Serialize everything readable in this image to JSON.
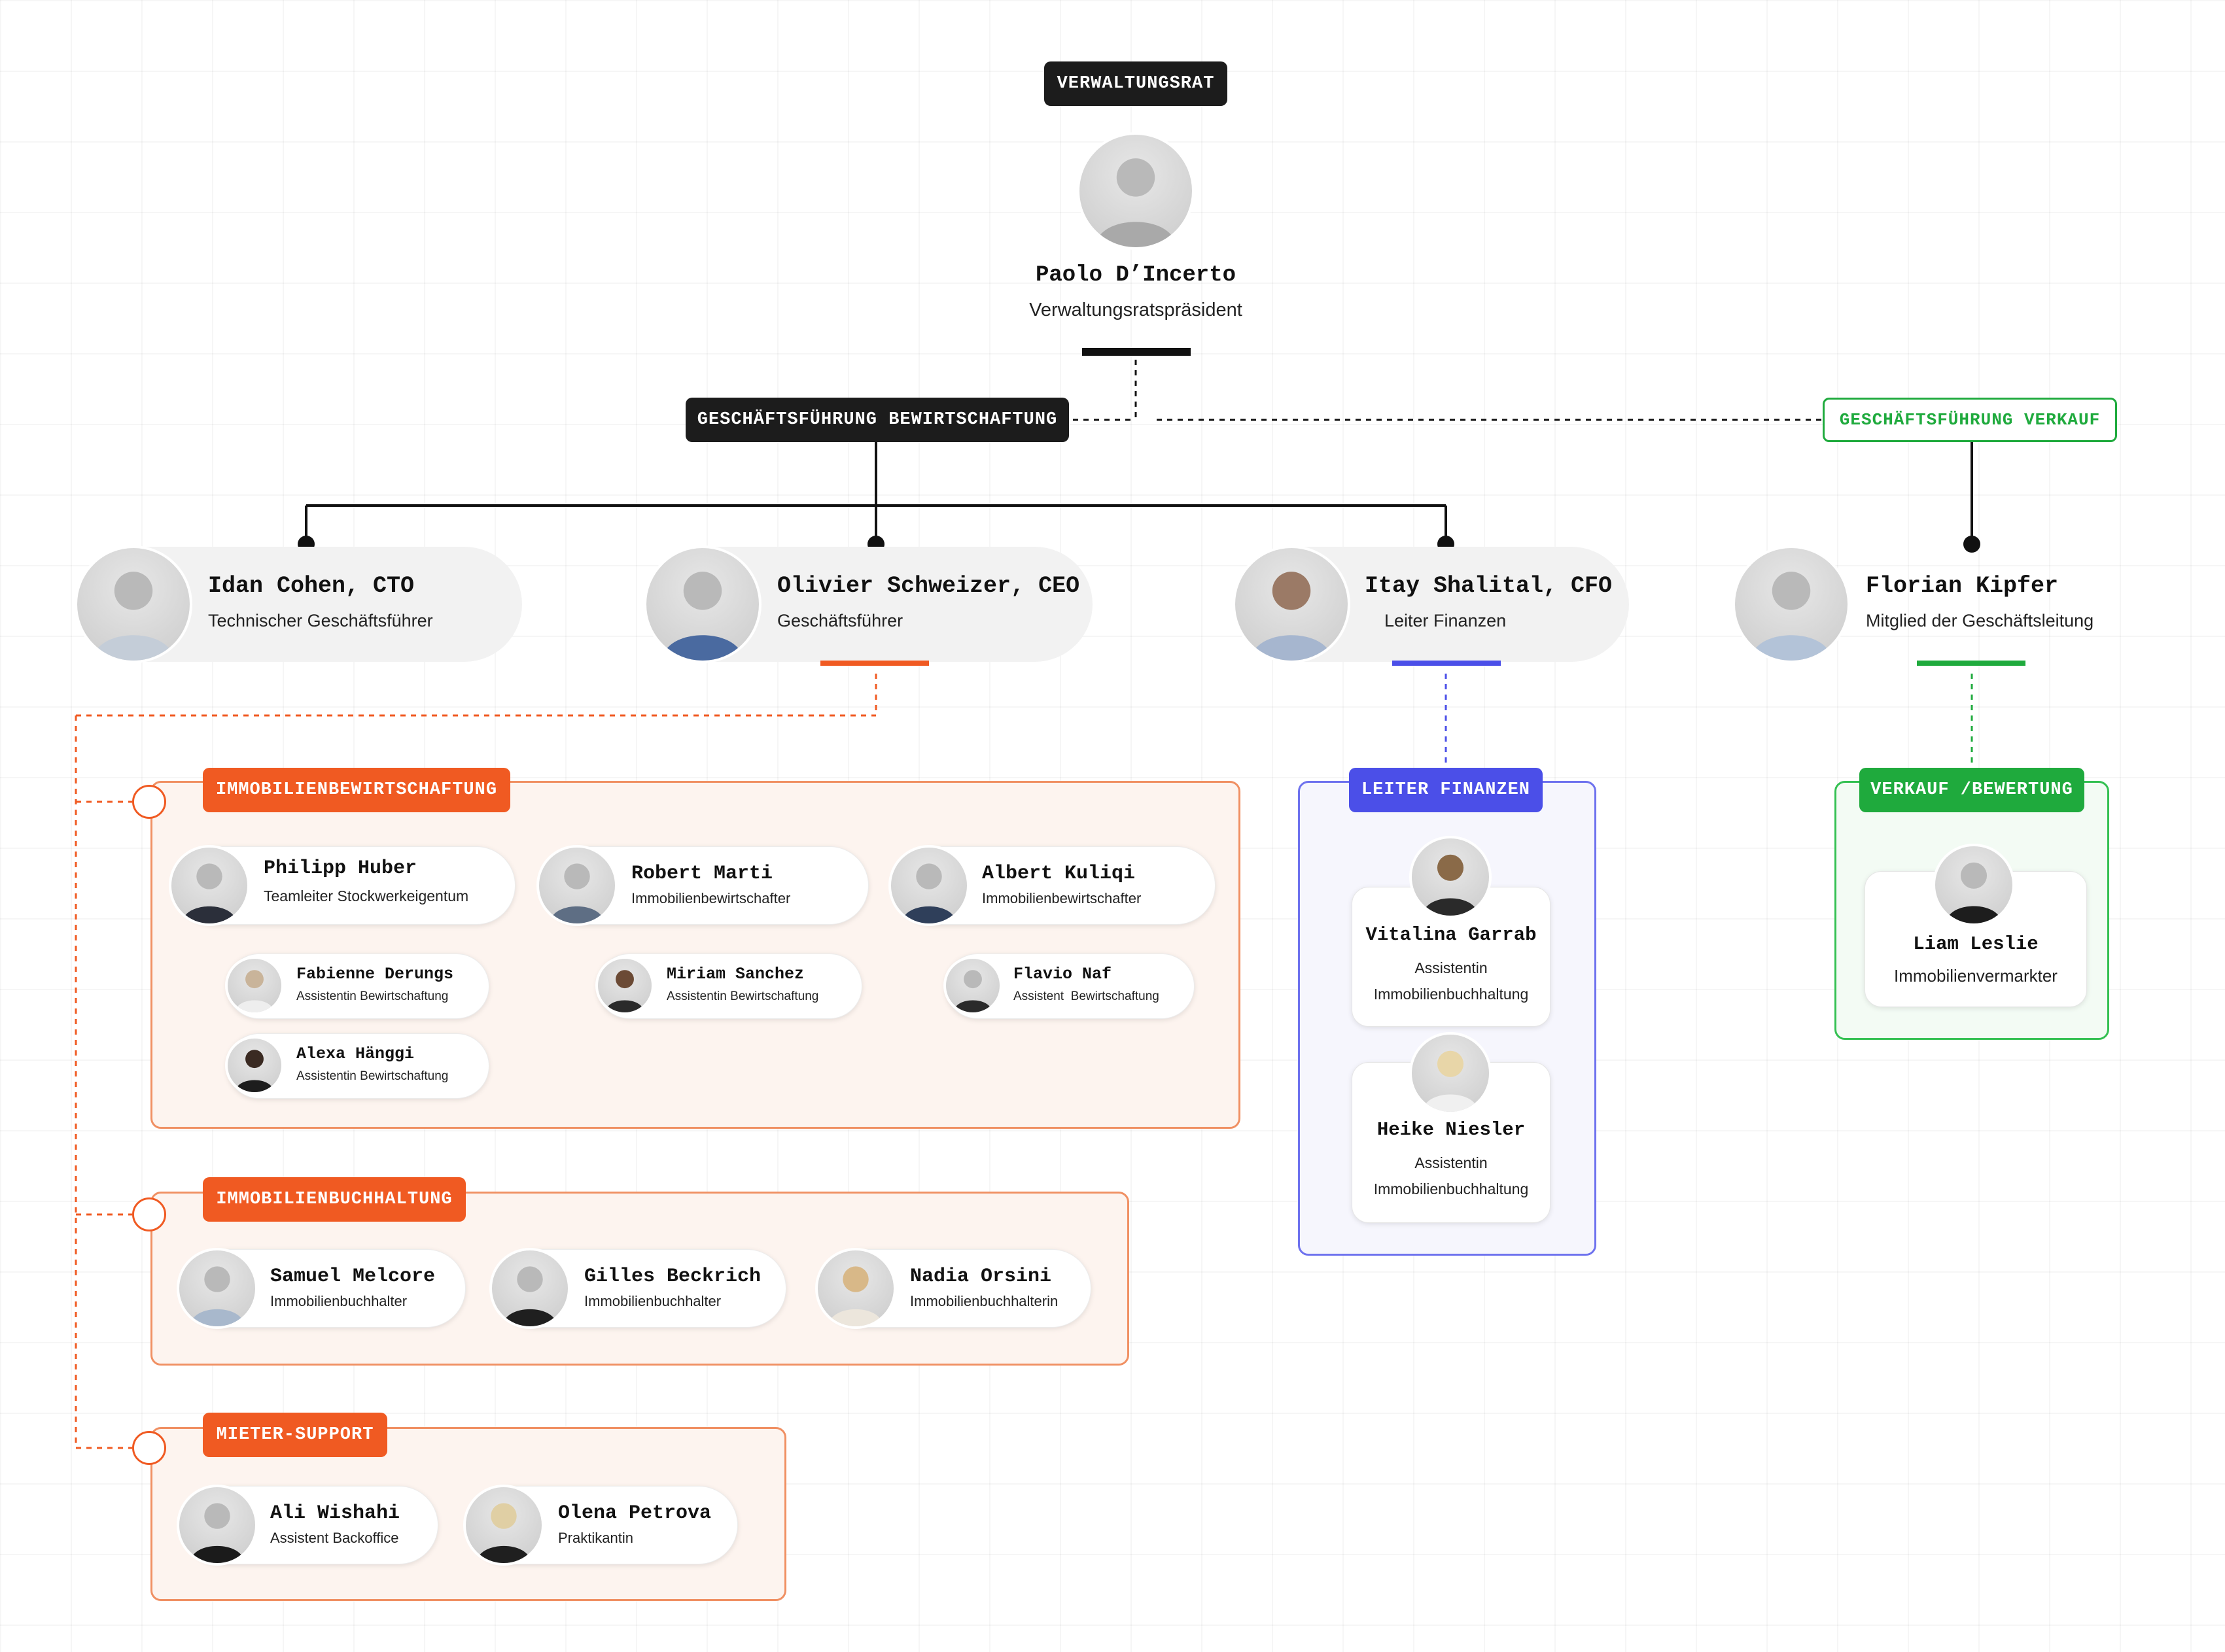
{
  "colors": {
    "dark": "#1c1c1c",
    "orange": "#f05a22",
    "blue": "#4b4fe8",
    "green": "#1faa3d"
  },
  "board": {
    "label": "VERWALTUNGSRAT",
    "person": {
      "name": "Paolo D’Incerto",
      "role": "Verwaltungsratspräsident",
      "icon": "person-photo-icon"
    }
  },
  "management": {
    "bewirtschaftung_label": "GESCHÄFTSFÜHRUNG BEWIRTSCHAFTUNG",
    "verkauf_label": "GESCHÄFTSFÜHRUNG VERKAUF"
  },
  "executives": [
    {
      "name": "Idan Cohen, CTO",
      "role": "Technischer Geschäftsführer"
    },
    {
      "name": "Olivier Schweizer, CEO",
      "role": "Geschäftsführer"
    },
    {
      "name": "Itay Shalital, CFO",
      "role": "Leiter Finanzen"
    },
    {
      "name": "Florian Kipfer",
      "role": "Mitglied der Geschäftsleitung"
    }
  ],
  "immobilienbewirtschaftung": {
    "label": "IMMOBILIENBEWIRTSCHAFTUNG",
    "leads": [
      {
        "name": "Philipp Huber",
        "role": "Teamleiter Stockwerkeigentum"
      },
      {
        "name": "Robert Marti",
        "role": "Immobilienbewirtschafter"
      },
      {
        "name": "Albert Kuliqi",
        "role": "Immobilienbewirtschafter"
      }
    ],
    "assistants": [
      {
        "name": "Fabienne Derungs",
        "role": "Assistentin Bewirtschaftung"
      },
      {
        "name": "Alexa Hänggi",
        "role": "Assistentin Bewirtschaftung"
      },
      {
        "name": "Miriam Sanchez",
        "role": "Assistentin Bewirtschaftung"
      },
      {
        "name": "Flavio Naf",
        "role": "Assistent  Bewirtschaftung"
      }
    ]
  },
  "immobilienbuchhaltung": {
    "label": "IMMOBILIENBUCHHALTUNG",
    "members": [
      {
        "name": "Samuel Melcore",
        "role": "Immobilienbuchhalter"
      },
      {
        "name": "Gilles Beckrich",
        "role": "Immobilienbuchhalter"
      },
      {
        "name": "Nadia Orsini",
        "role": "Immobilienbuchhalterin"
      }
    ]
  },
  "mieter_support": {
    "label": "MIETER-SUPPORT",
    "members": [
      {
        "name": "Ali Wishahi",
        "role": "Assistent Backoffice"
      },
      {
        "name": "Olena Petrova",
        "role": "Praktikantin"
      }
    ]
  },
  "leiter_finanzen": {
    "label": "LEITER FINANZEN",
    "members": [
      {
        "name": "Vitalina Garrab",
        "role1": "Assistentin",
        "role2": "Immobilienbuchhaltung"
      },
      {
        "name": "Heike Niesler",
        "role1": "Assistentin",
        "role2": "Immobilienbuchhaltung"
      }
    ]
  },
  "verkauf": {
    "label": "VERKAUF /BEWERTUNG",
    "members": [
      {
        "name": "Liam Leslie",
        "role": "Immobilienvermarkter"
      }
    ]
  }
}
